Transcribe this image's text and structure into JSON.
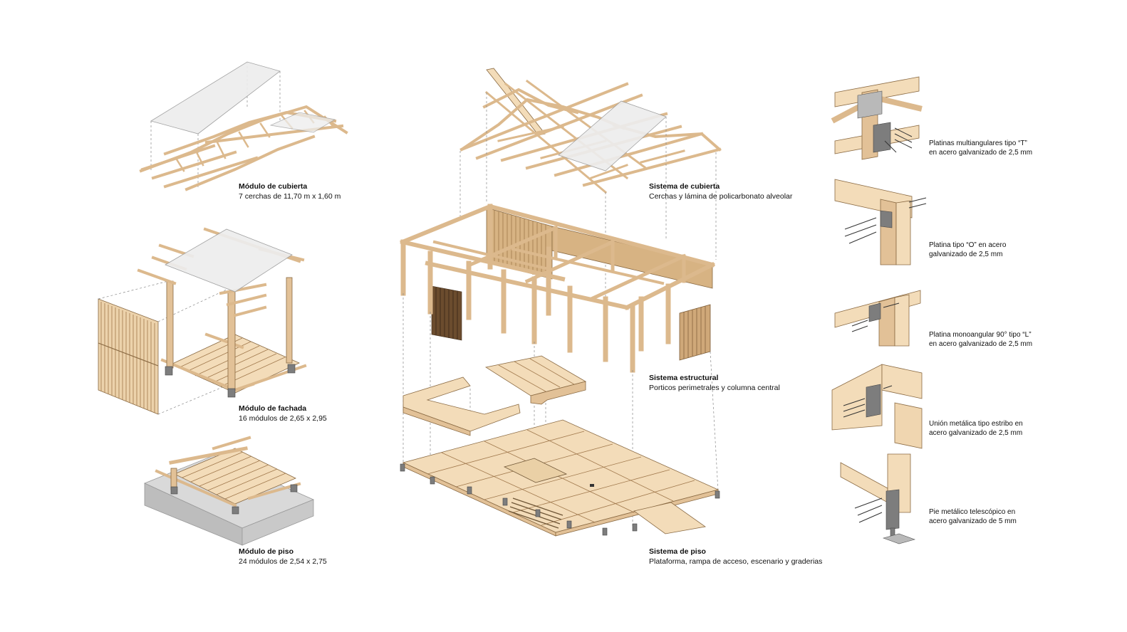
{
  "modules": {
    "roof": {
      "title": "Módulo de cubierta",
      "desc": "7 cerchas de 11,70 m x 1,60 m"
    },
    "facade": {
      "title": "Módulo de fachada",
      "desc": "16 módulos de 2,65 x 2,95"
    },
    "floor": {
      "title": "Módulo de piso",
      "desc": "24 módulos de 2,54 x 2,75"
    }
  },
  "systems": {
    "roof": {
      "title": "Sistema de cubierta",
      "desc": "Cerchas y lámina de policarbonato alveolar"
    },
    "structure": {
      "title": "Sistema estructural",
      "desc": "Porticos perimetrales y columna central"
    },
    "floor": {
      "title": "Sistema de piso",
      "desc": "Plataforma, rampa de acceso, escenario y graderias"
    }
  },
  "details": [
    {
      "line1": "Platinas multiangulares tipo “T”",
      "line2": "en acero galvanizado de 2,5 mm"
    },
    {
      "line1": "Platina tipo “O” en acero",
      "line2": "galvanizado de 2,5 mm"
    },
    {
      "line1": "Platina monoangular 90° tipo “L”",
      "line2": "en acero galvanizado de 2,5 mm"
    },
    {
      "line1": "Unión metálica tipo estribo en",
      "line2": "acero galvanizado de 2,5 mm"
    },
    {
      "line1": "Pie metálico telescópico en",
      "line2": "acero galvanizado de 5 mm"
    }
  ],
  "colors": {
    "wood": "#f3dcb9",
    "wood_dark": "#cfa879",
    "polycarbonate": "#ededed",
    "steel": "#7d7d7d",
    "concrete": "#d9d9d9"
  }
}
